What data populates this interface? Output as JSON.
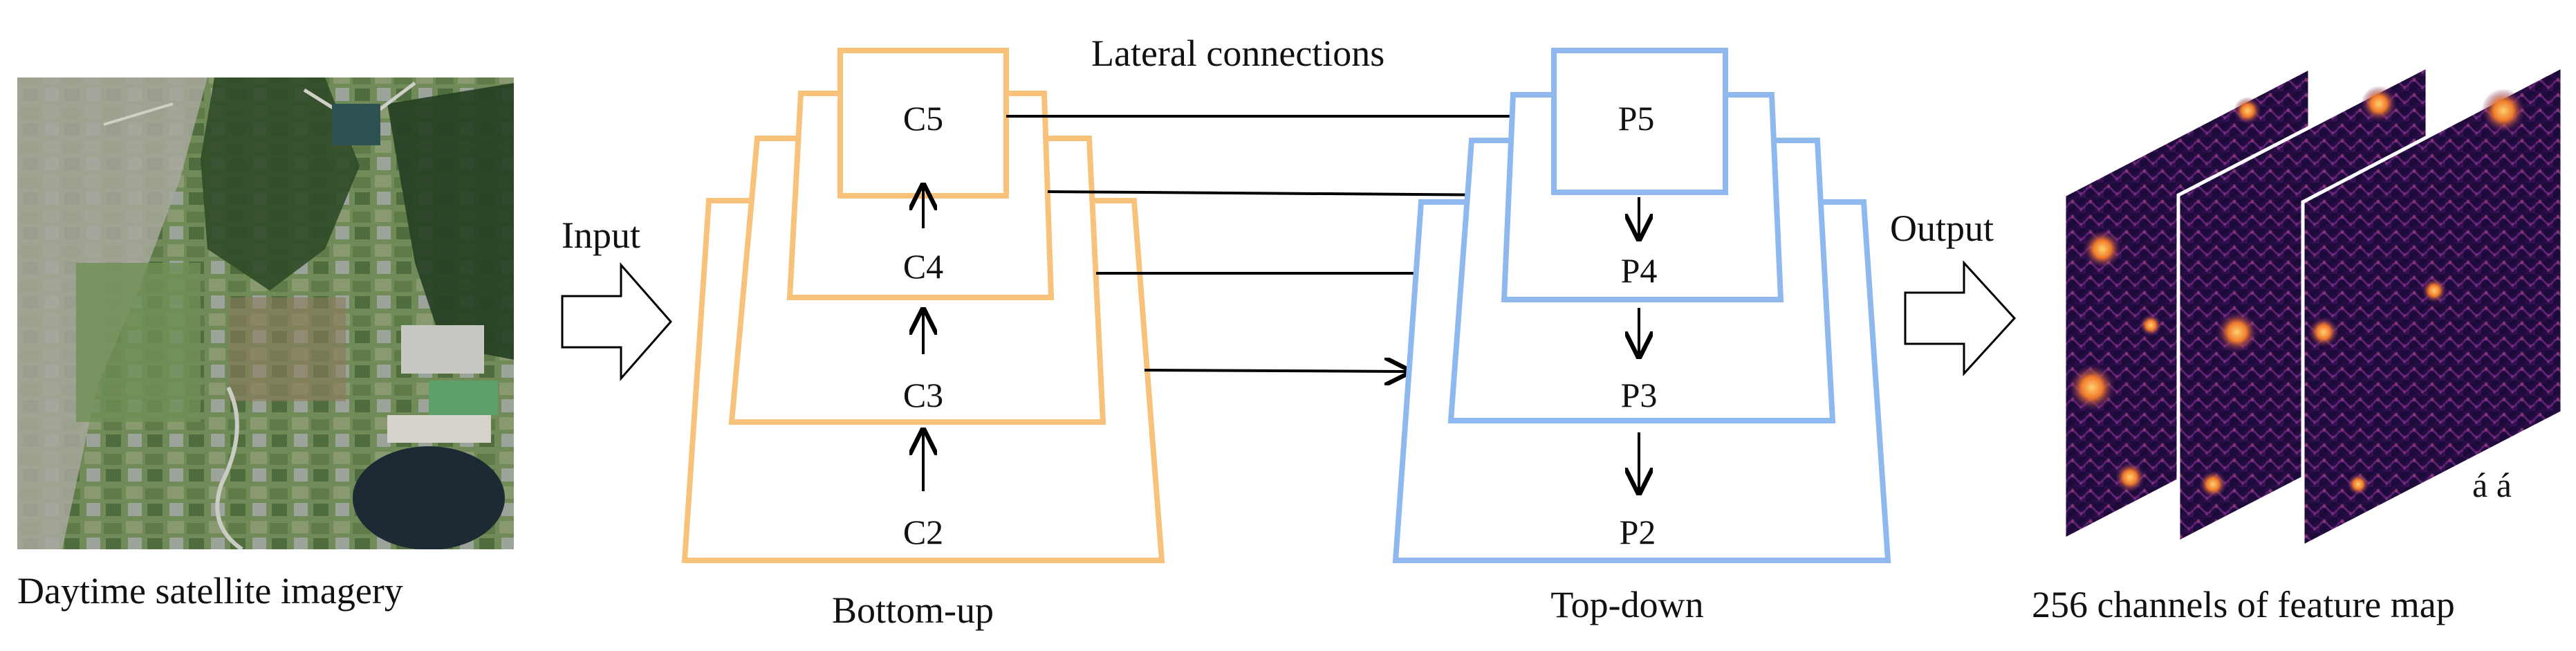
{
  "labels": {
    "satellite_caption": "Daytime satellite imagery",
    "input": "Input",
    "lateral": "Lateral connections",
    "bottom_up": "Bottom-up",
    "top_down": "Top-down",
    "output": "Output",
    "feature_caption": "256 channels of feature map",
    "ellipsis": "á  á"
  },
  "bottom_up_nodes": [
    "C5",
    "C4",
    "C3",
    "C2"
  ],
  "top_down_nodes": [
    "P5",
    "P4",
    "P3",
    "P2"
  ],
  "colors": {
    "bottom_up_stroke": "#F8C27A",
    "top_down_stroke": "#8EB8EE",
    "arrow": "#000000",
    "feature_dark": "#160a36",
    "feature_mid": "#5b1a6e",
    "feature_hot": "#ef7a2a",
    "satellite_field": "#6d8a55",
    "satellite_built": "#9aa0a0"
  }
}
